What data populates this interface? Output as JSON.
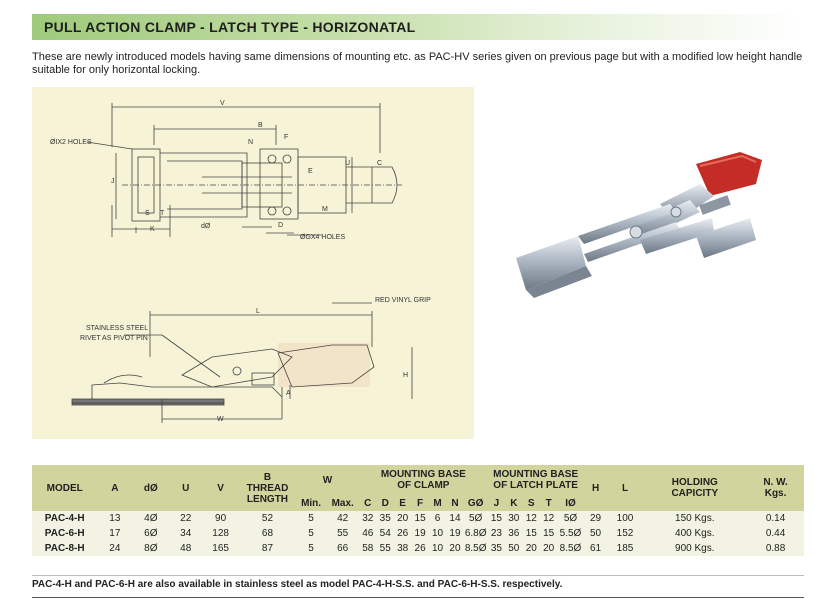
{
  "title": "PULL ACTION CLAMP - LATCH TYPE - HORIZONATAL",
  "intro": "These are newly introduced models having same dimensions of mounting etc. as PAC-HV series given on previous page but with a modified low height handle suitable for only horizontal locking.",
  "drawing": {
    "labels": {
      "v": "V",
      "b": "B",
      "f": "F",
      "n": "N",
      "holes_top": "ØIX2 HOLES",
      "j": "J",
      "e": "E",
      "u": "U",
      "c": "C",
      "s": "S",
      "t": "T",
      "k": "K",
      "d_dia": "dØ",
      "d": "D",
      "m": "M",
      "holes_bottom": "ØGX4 HOLES",
      "grip": "RED VINYL GRIP",
      "l": "L",
      "rivet_1": "STAINLESS STEEL",
      "rivet_2": "RIVET AS PIVOT PIN",
      "h": "H",
      "a": "A",
      "w": "W"
    }
  },
  "table": {
    "headers": {
      "model": "MODEL",
      "a": "A",
      "d": "dØ",
      "u": "U",
      "v": "V",
      "b1": "B",
      "b2": "THREAD",
      "b3": "LENGTH",
      "w": "W",
      "w_min": "Min.",
      "w_max": "Max.",
      "mbc1": "MOUNTING BASE",
      "mbc2": "OF CLAMP",
      "c": "C",
      "dd": "D",
      "e": "E",
      "f": "F",
      "m": "M",
      "n": "N",
      "g": "GØ",
      "mbl1": "MOUNTING BASE",
      "mbl2": "OF LATCH PLATE",
      "j": "J",
      "k": "K",
      "s": "S",
      "t": "T",
      "i": "IØ",
      "h": "H",
      "l": "L",
      "hc1": "HOLDING",
      "hc2": "CAPICITY",
      "nw1": "N. W.",
      "nw2": "Kgs."
    },
    "rows": [
      {
        "model": "PAC-4-H",
        "a": "13",
        "d": "4Ø",
        "u": "22",
        "v": "90",
        "b": "52",
        "wmin": "5",
        "wmax": "42",
        "c": "32",
        "dd": "35",
        "e": "20",
        "f": "15",
        "m": "6",
        "n": "14",
        "g": "5Ø",
        "j": "15",
        "k": "30",
        "s": "12",
        "t": "12",
        "i": "5Ø",
        "h": "29",
        "l": "100",
        "hc": "150 Kgs.",
        "nw": "0.14"
      },
      {
        "model": "PAC-6-H",
        "a": "17",
        "d": "6Ø",
        "u": "34",
        "v": "128",
        "b": "68",
        "wmin": "5",
        "wmax": "55",
        "c": "46",
        "dd": "54",
        "e": "26",
        "f": "19",
        "m": "10",
        "n": "19",
        "g": "6.8Ø",
        "j": "23",
        "k": "36",
        "s": "15",
        "t": "15",
        "i": "5.5Ø",
        "h": "50",
        "l": "152",
        "hc": "400 Kgs.",
        "nw": "0.44"
      },
      {
        "model": "PAC-8-H",
        "a": "24",
        "d": "8Ø",
        "u": "48",
        "v": "165",
        "b": "87",
        "wmin": "5",
        "wmax": "66",
        "c": "58",
        "dd": "55",
        "e": "38",
        "f": "26",
        "m": "10",
        "n": "20",
        "g": "8.5Ø",
        "j": "35",
        "k": "50",
        "s": "20",
        "t": "20",
        "i": "8.5Ø",
        "h": "61",
        "l": "185",
        "hc": "900 Kgs.",
        "nw": "0.88"
      }
    ]
  },
  "note": "PAC-4-H and PAC-6-H are also available in stainless steel as model PAC-4-H-S.S. and PAC-6-H-S.S. respectively.",
  "colors": {
    "header_bg": "#d2d49e",
    "row_bg": "#f2f3e3",
    "panel_bg": "#f6f3d6",
    "grip": "#c42d26"
  }
}
